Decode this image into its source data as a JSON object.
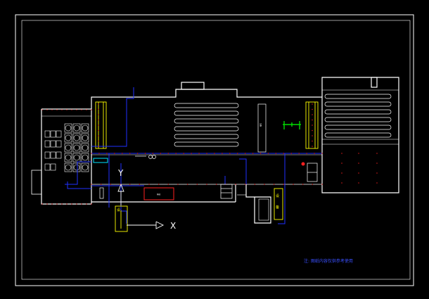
{
  "drawing": {
    "labels": {
      "axis_x": "X",
      "axis_y": "Y",
      "note": "注: 图纸内容仅供参考使用"
    },
    "colors": {
      "background": "#000000",
      "walls": "#ffffff",
      "pipe_blue": "#2030ff",
      "marker_red": "#ff2020",
      "equipment_yellow": "#ffff00",
      "valve_green": "#00dd00",
      "cyan": "#00e5ff"
    }
  }
}
